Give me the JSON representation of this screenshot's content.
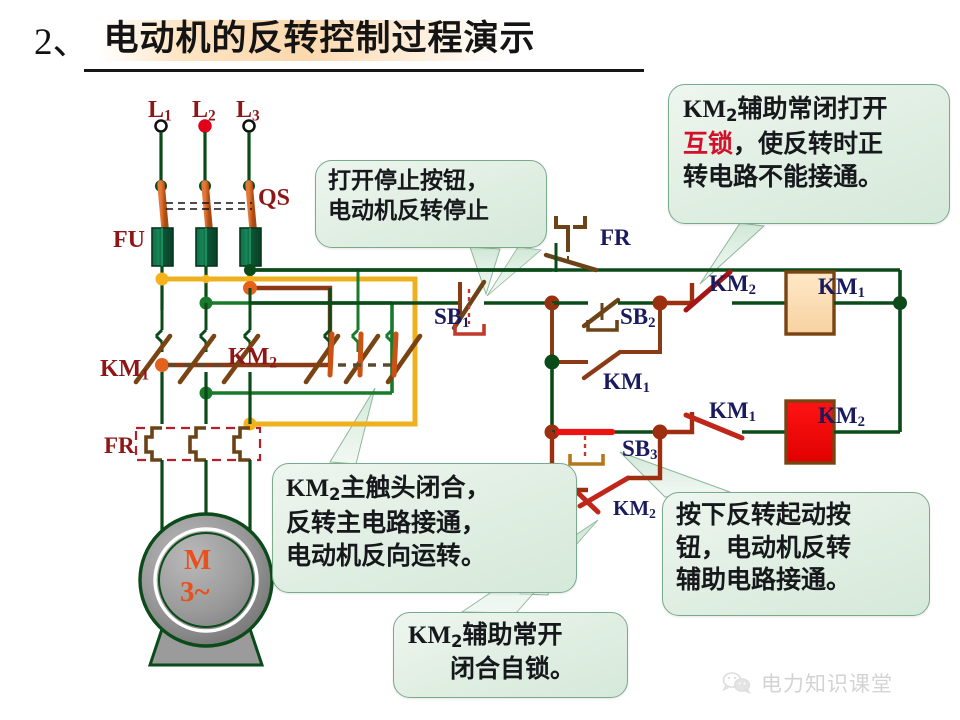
{
  "title": {
    "number": "2、",
    "text": "电动机的反转控制过程演示"
  },
  "callouts": {
    "stop": {
      "name": "打开停止按钮说明",
      "line1": "打开停止按钮，",
      "line2": "电动机反转停止"
    },
    "interlock": {
      "name": "互锁说明",
      "line1_pre": "KM",
      "line1_sub": "2",
      "line1_post": "辅助常闭打开",
      "line2_red": "互锁",
      "line2_rest": "，使反转时正",
      "line3": "转电路不能接通。"
    },
    "main_circuit": {
      "name": "主触头闭合说明",
      "line1_pre": "KM",
      "line1_sub": "2",
      "line1_post": "主触头闭合，",
      "line2": "反转主电路接通，",
      "line3": "电动机反向运转。"
    },
    "self_hold": {
      "name": "辅助常开自锁说明",
      "line1_pre": "KM",
      "line1_sub": "2",
      "line1_post": "辅助常开",
      "line2": "闭合自锁。"
    },
    "start": {
      "name": "按下反转起动按钮说明",
      "line1": "按下反转起动按",
      "line2": "钮，电动机反转",
      "line3": "辅助电路接通。"
    }
  },
  "labels": {
    "L1": {
      "base": "L",
      "sub": "1"
    },
    "L2": {
      "base": "L",
      "sub": "2"
    },
    "L3": {
      "base": "L",
      "sub": "3"
    },
    "QS": "QS",
    "FU": "FU",
    "KM1_main": {
      "base": "KM",
      "sub": "1"
    },
    "KM2_main": {
      "base": "KM",
      "sub": "2"
    },
    "FR_main": "FR",
    "FR_ctrl": "FR",
    "SB1": {
      "base": "SB",
      "sub": "1"
    },
    "SB2": {
      "base": "SB",
      "sub": "2"
    },
    "SB3": {
      "base": "SB",
      "sub": "3"
    },
    "KM1_hold": {
      "base": "KM",
      "sub": "1"
    },
    "KM2_hold": {
      "base": "KM",
      "sub": "2"
    },
    "KM2_nc": {
      "base": "KM",
      "sub": "2"
    },
    "KM1_coil": {
      "base": "KM",
      "sub": "1"
    },
    "KM1_nc": {
      "base": "KM",
      "sub": "1"
    },
    "KM2_coil": {
      "base": "KM",
      "sub": "2"
    },
    "motor_M": "M",
    "motor_phase": "3~"
  },
  "watermark": {
    "icon": "wechat-icon",
    "text": "电力知识课堂"
  },
  "colors": {
    "wire_green": "#0b4a19",
    "wire_gold": "#edb01f",
    "wire_brown": "#8a3a14",
    "energized_red": "#dd1111",
    "contact_brown": "#7a4312",
    "switch_orange": "#d2621e",
    "coil_off": "#fbdcae",
    "coil_on": "#ee0000",
    "coil_border": "#7a4312",
    "fuse_body": "#0e5033",
    "fr_box_border": "#b51e2a",
    "label_dark_red": "#8e1616",
    "label_navy": "#1a1a5e",
    "callout_fill": "#e2efe4",
    "callout_border": "#7aa98c",
    "motor_text": "#e8501c",
    "title_highlight": "#fcd4a5"
  },
  "circuit_state": {
    "description": "电动机反转运行状态",
    "energized_coil": "KM2",
    "deenergized_coil": "KM1",
    "pressed_button": "SB3",
    "closed_contacts": [
      "KM2主触头",
      "KM2辅助常开"
    ],
    "open_contacts": [
      "KM1主触头",
      "KM2辅助常闭"
    ]
  }
}
